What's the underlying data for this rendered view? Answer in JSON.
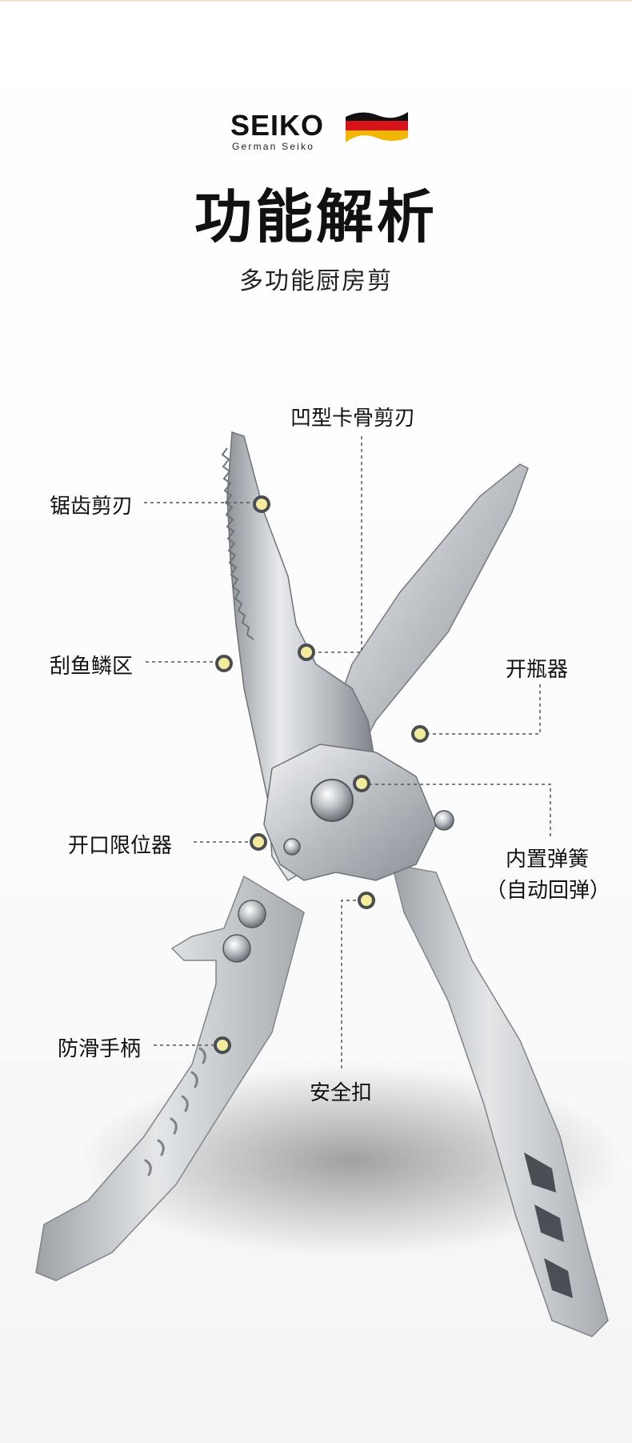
{
  "brand": {
    "name": "SEIKO",
    "tagline": "German Seiko",
    "flag_colors": [
      "#111111",
      "#d8141b",
      "#f2b705"
    ]
  },
  "header": {
    "title": "功能解析",
    "subtitle": "多功能厨房剪"
  },
  "callouts": {
    "concave_bone_blade": "凹型卡骨剪刃",
    "serrated_blade": "锯齿剪刃",
    "fish_scaler": "刮鱼鳞区",
    "bottle_opener": "开瓶器",
    "opening_limiter": "开口限位器",
    "built_in_spring": "内置弹簧",
    "auto_rebound": "（自动回弹）",
    "anti_slip_handle": "防滑手柄",
    "safety_lock": "安全扣"
  },
  "colors": {
    "marker_dot": "#f2ec9c",
    "steel": "#c9ccd0",
    "text": "#111111"
  }
}
